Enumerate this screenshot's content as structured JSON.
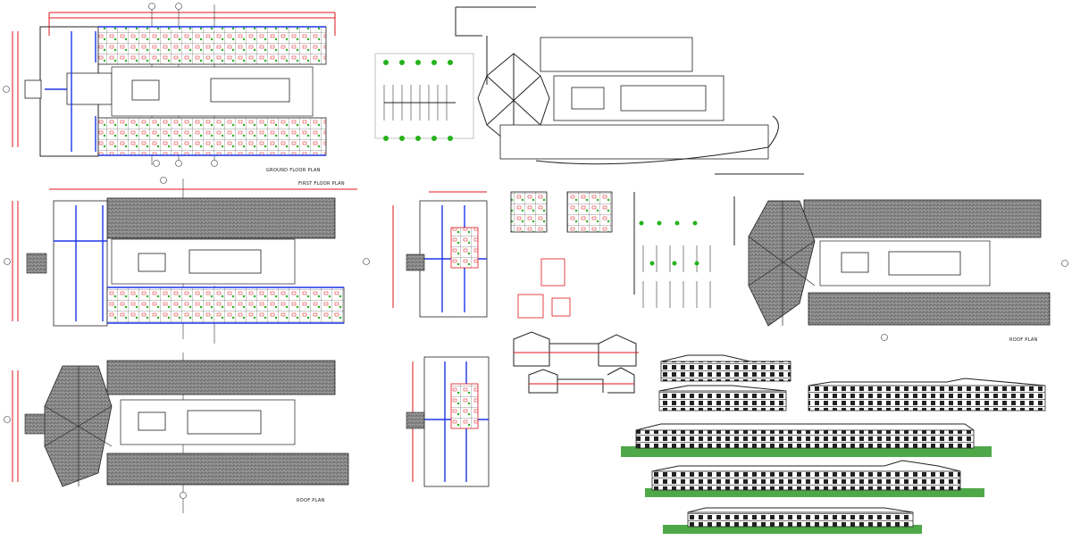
{
  "sheet": {
    "labels": {
      "ground_floor_plan": "GROUND FLOOR PLAN",
      "first_floor_plan": "FIRST FLOOR PLAN",
      "roof_plan_right": "ROOF PLAN",
      "roof_plan_bottom": "ROOF PLAN"
    }
  },
  "colors": {
    "dimension": "#e0161b",
    "wall_highlight": "#1d35e6",
    "landscape": "#25b21b",
    "linework": "#222222",
    "ground_strip": "#4fa848"
  }
}
